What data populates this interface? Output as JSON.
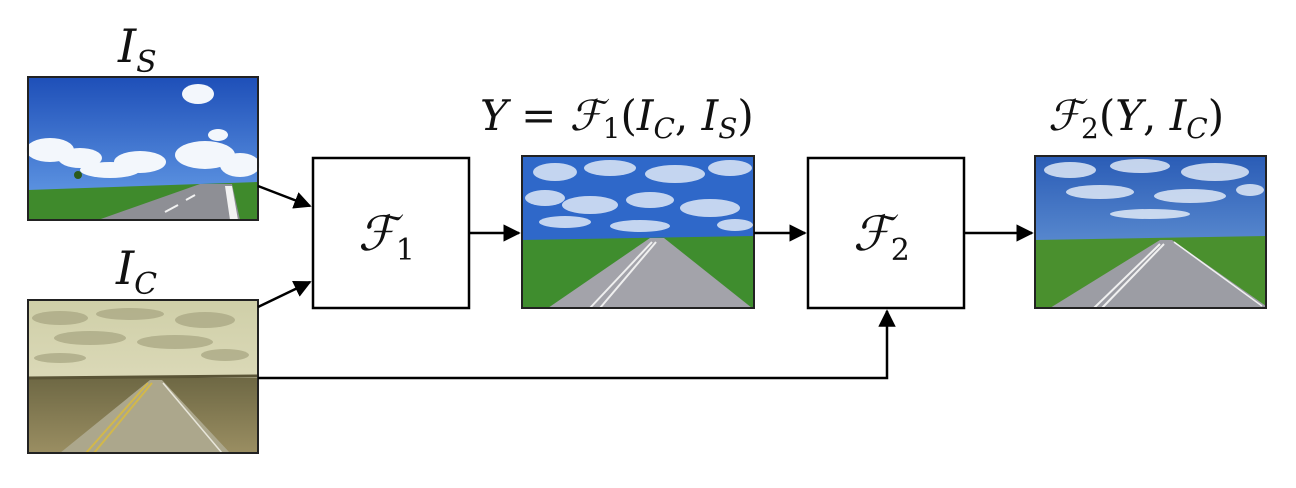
{
  "labels": {
    "style_image": {
      "main": "I",
      "sub": "S"
    },
    "content_image": {
      "main": "I",
      "sub": "C"
    },
    "stylized_output": {
      "lhs": "Y",
      "eq": " = ",
      "func": "ℱ",
      "func_sub": "1",
      "open": "(",
      "arg1": "I",
      "arg1_sub": "C",
      "comma": ", ",
      "arg2": "I",
      "arg2_sub": "S",
      "close": ")"
    },
    "final_output": {
      "func": "ℱ",
      "func_sub": "2",
      "open": "(",
      "arg1": "Y",
      "comma": ", ",
      "arg2": "I",
      "arg2_sub": "C",
      "close": ")"
    }
  },
  "boxes": {
    "f1": {
      "func": "ℱ",
      "sub": "1"
    },
    "f2": {
      "func": "ℱ",
      "sub": "2"
    }
  },
  "colors": {
    "sky_blue": "#2c63c8",
    "sky_light": "#6f9ee6",
    "cloud": "#f2f6fb",
    "grass": "#3e8a2a",
    "road": "#8f9096",
    "sepia_sky": "#d7d6b6",
    "sepia_ground": "#8e8458"
  }
}
